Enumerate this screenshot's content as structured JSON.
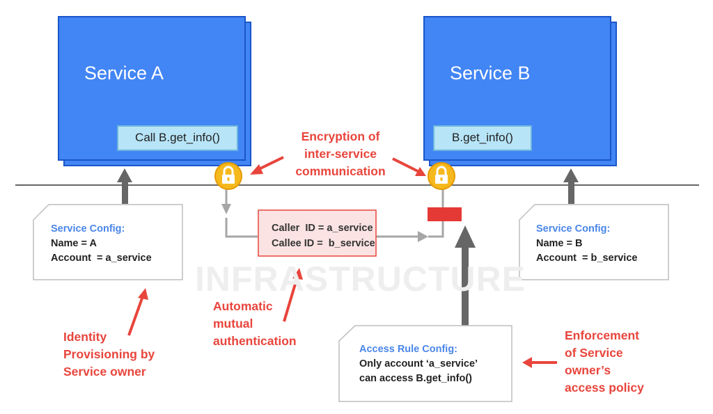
{
  "watermark": "INFRASTRUCTURE",
  "service_a": {
    "title": "Service A",
    "method_label": "Call B.get_info()"
  },
  "service_b": {
    "title": "Service B",
    "method_label": "B.get_info()"
  },
  "config_a": {
    "heading": "Service Config:",
    "line1": "Name = A",
    "line2": "Account  = a_service"
  },
  "config_b": {
    "heading": "Service Config:",
    "line1": "Name = B",
    "line2": "Account  = b_service"
  },
  "auth_ids": {
    "caller": "Caller  ID = a_service",
    "callee": "Callee ID =  b_service"
  },
  "access_rule": {
    "heading": "Access Rule Config:",
    "line1": "Only account ‘a_service’",
    "line2": "can access B.get_info()"
  },
  "labels": {
    "encryption": [
      "Encryption of",
      "inter-service",
      "communication"
    ],
    "automatic": [
      "Automatic",
      "mutual",
      "authentication"
    ],
    "identity": [
      "Identity",
      "Provisioning by",
      "Service owner"
    ],
    "enforcement": [
      "Enforcement",
      "of Service",
      "owner’s",
      "access policy"
    ]
  },
  "colors": {
    "service_blue": "#4285f4",
    "service_border": "#1a56c9",
    "accent_red": "#e8453c",
    "lock_yellow": "#f6b91d",
    "heading_blue": "#4a86e8",
    "gray": "#a6a6a6",
    "dark_gray": "#666666"
  },
  "icons": {
    "lock": "lock-icon"
  }
}
